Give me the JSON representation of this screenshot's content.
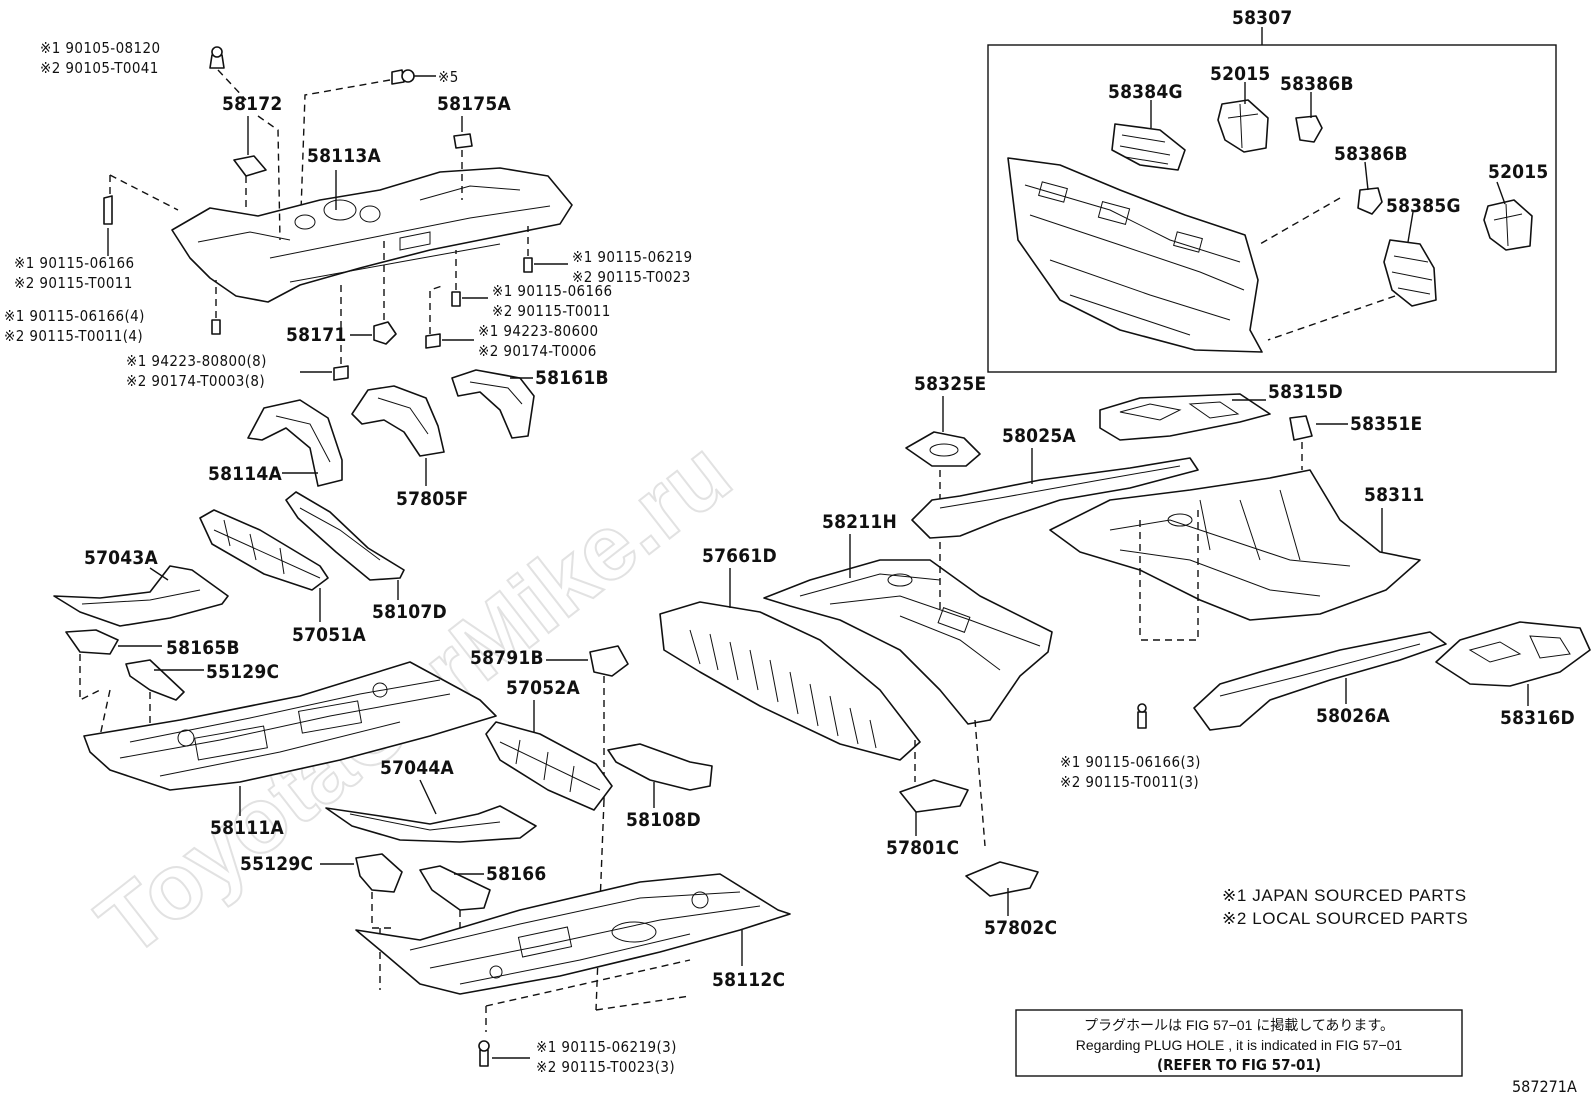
{
  "watermark": "ToyotaCarMike.ru",
  "diagram_id": "587271A",
  "parts": {
    "p58307": "58307",
    "p58384G": "58384G",
    "p52015a": "52015",
    "p58386Ba": "58386B",
    "p58386Bb": "58386B",
    "p52015b": "52015",
    "p58385G": "58385G",
    "p58172": "58172",
    "p58175A": "58175A",
    "p58113A": "58113A",
    "p58171": "58171",
    "p58161B": "58161B",
    "p58114A": "58114A",
    "p57805F": "57805F",
    "p57043A": "57043A",
    "p57051A": "57051A",
    "p58107D": "58107D",
    "p58165B": "58165B",
    "p55129Ca": "55129C",
    "p58111A": "58111A",
    "p58791B": "58791B",
    "p57052A": "57052A",
    "p57044A": "57044A",
    "p58108D": "58108D",
    "p55129Cb": "55129C",
    "p58166": "58166",
    "p58112C": "58112C",
    "p57661D": "57661D",
    "p58211H": "58211H",
    "p58325E": "58325E",
    "p58025A": "58025A",
    "p58315D": "58315D",
    "p58351E": "58351E",
    "p58311": "58311",
    "p57801C": "57801C",
    "p57802C": "57802C",
    "p58026A": "58026A",
    "p58316D": "58316D"
  },
  "fasteners": {
    "f1a": "※1 90105-08120",
    "f1b": "※2 90105-T0041",
    "f2": "※5",
    "f3a": "※1 90115-06166",
    "f3b": "※2 90115-T0011",
    "f4a": "※1 90115-06166(4)",
    "f4b": "※2 90115-T0011(4)",
    "f5a": "※1 94223-80800(8)",
    "f5b": "※2 90174-T0003(8)",
    "f6a": "※1 90115-06219",
    "f6b": "※2 90115-T0023",
    "f7a": "※1 90115-06166",
    "f7b": "※2 90115-T0011",
    "f8a": "※1 94223-80600",
    "f8b": "※2 90174-T0006",
    "f9a": "※1 90115-06166(3)",
    "f9b": "※2 90115-T0011(3)",
    "f10a": "※1 90115-06219(3)",
    "f10b": "※2 90115-T0023(3)"
  },
  "legend": {
    "l1": "※1 JAPAN SOURCED PARTS",
    "l2": "※2 LOCAL SOURCED PARTS"
  },
  "note": {
    "jp": "プラグホールは FIG 57−01 に掲載してあります。",
    "en": "Regarding  PLUG  HOLE , it is indicated in  FIG  57−01",
    "refer": "(REFER TO FIG 57-01)"
  }
}
